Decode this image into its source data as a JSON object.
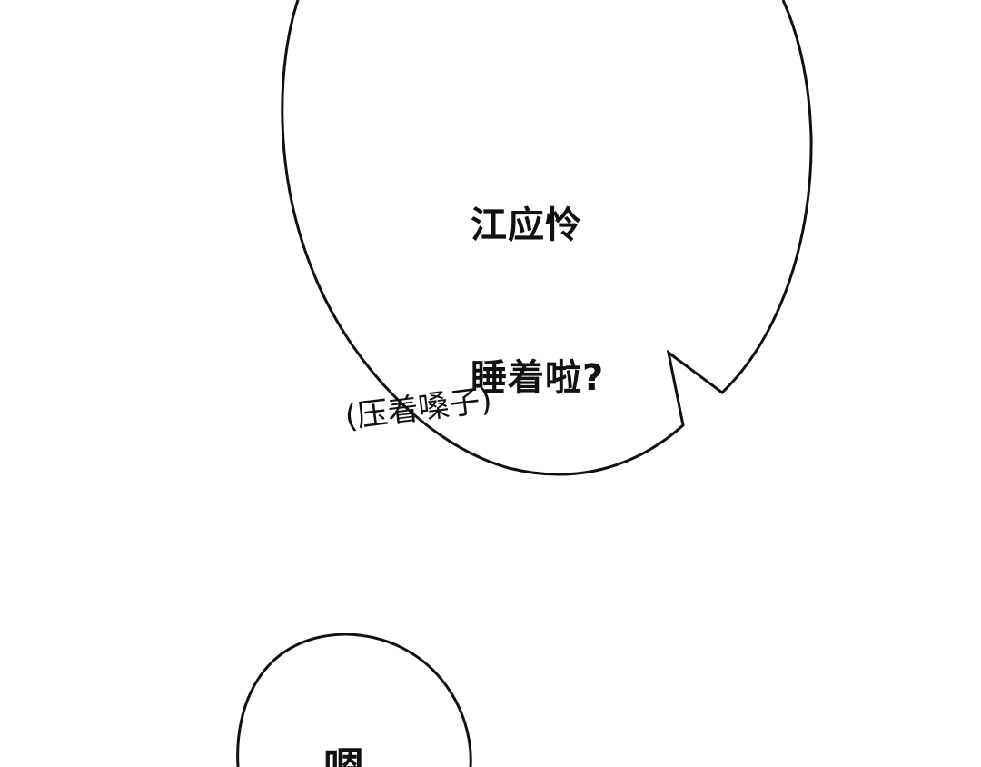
{
  "panel": {
    "background": "#ffffff",
    "ink": "#111111"
  },
  "bubbles": [
    {
      "shape": "oval-speech-bubble-with-tail",
      "lines": [
        "江应怜",
        "睡着啦?"
      ]
    },
    {
      "shape": "aside-caption",
      "text": "(压着嗓子)"
    },
    {
      "shape": "oval-speech-bubble",
      "text": "嗯"
    }
  ]
}
